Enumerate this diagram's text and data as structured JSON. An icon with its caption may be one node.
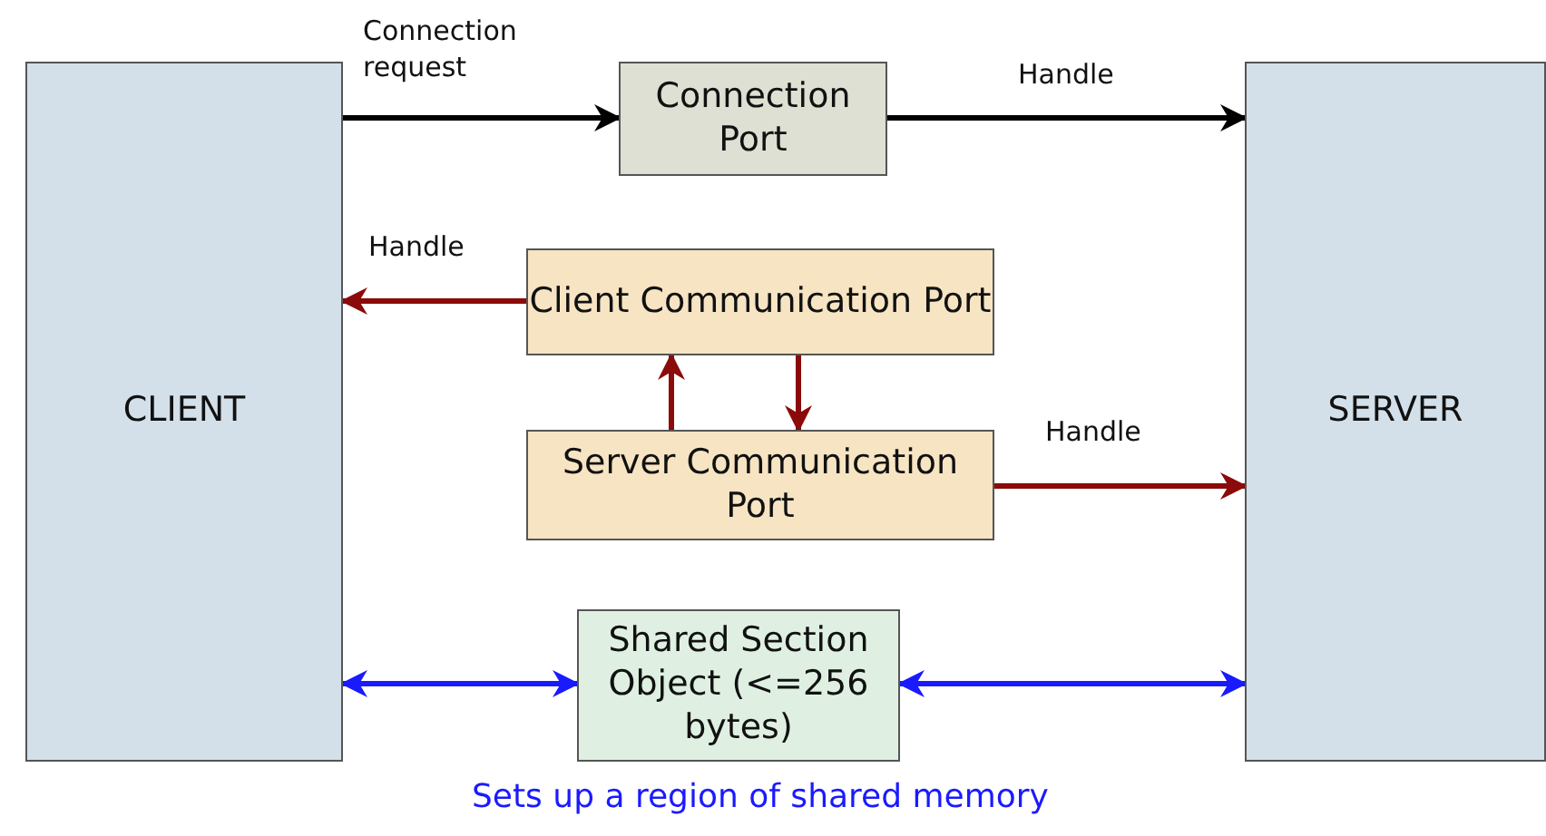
{
  "diagram": {
    "nodes": [
      {
        "text": [
          "CLIENT"
        ]
      },
      {
        "text": [
          "Connection Port"
        ]
      },
      {
        "text": [
          "Client Communication Port"
        ]
      },
      {
        "text": [
          "Server Communication Port"
        ]
      },
      {
        "text": [
          "Shared Section Object (<=256 bytes)"
        ]
      },
      {
        "text": [
          "SERVER"
        ]
      }
    ],
    "edges": [
      {
        "from": 0,
        "to": 1,
        "arrow": "to",
        "label": "Connection request",
        "color": "#000000"
      },
      {
        "from": 1,
        "to": 5,
        "arrow": "to",
        "label": "Handle",
        "color": "#000000"
      },
      {
        "from": 2,
        "to": 0,
        "arrow": "to",
        "label": "Handle"
      },
      {
        "from": 2,
        "to": 3,
        "arrow": "to"
      },
      {
        "from": 3,
        "to": 2,
        "arrow": "to"
      },
      {
        "from": 3,
        "to": 5,
        "arrow": "to",
        "label": "Handle"
      },
      {
        "from": 0,
        "to": 4,
        "arrow": "both",
        "color": "#1a1aff"
      },
      {
        "from": 4,
        "to": 5,
        "arrow": "both",
        "color": "#1a1aff"
      }
    ],
    "labels": [
      "Sets up a region of shared memory"
    ]
  }
}
